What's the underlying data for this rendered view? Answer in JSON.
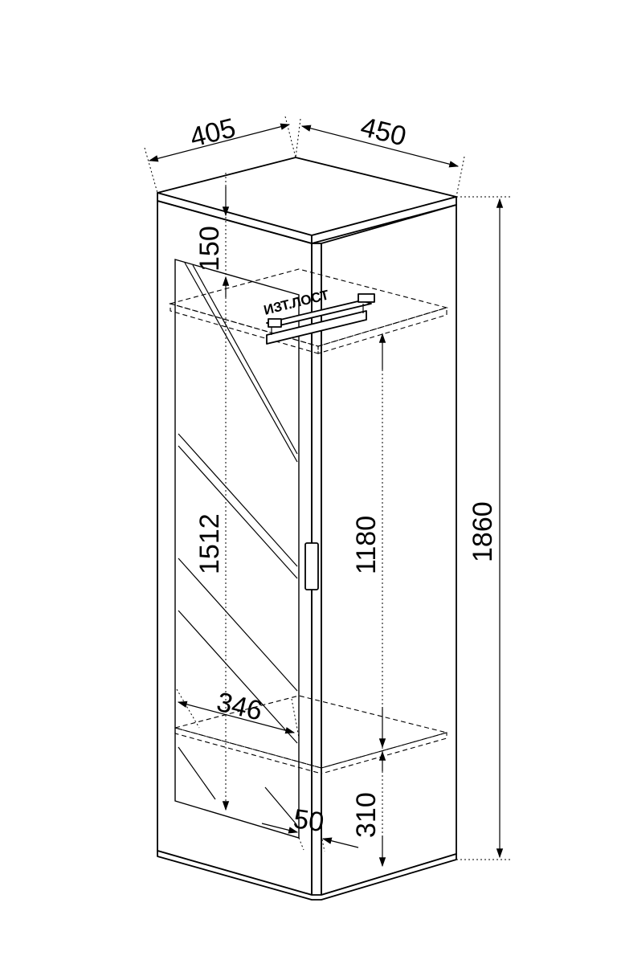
{
  "dimensions": {
    "depth": "405",
    "width": "450",
    "height_total": "1860",
    "top_clearance": "150",
    "mirror_height": "1512",
    "rail_height": "1180",
    "shelf_height": "310",
    "mirror_width": "346",
    "mirror_offset": "50"
  },
  "labels": {
    "rail_note": "ИЗТ.ЛОСТ"
  },
  "colors": {
    "line": "#000000",
    "background": "#ffffff"
  }
}
